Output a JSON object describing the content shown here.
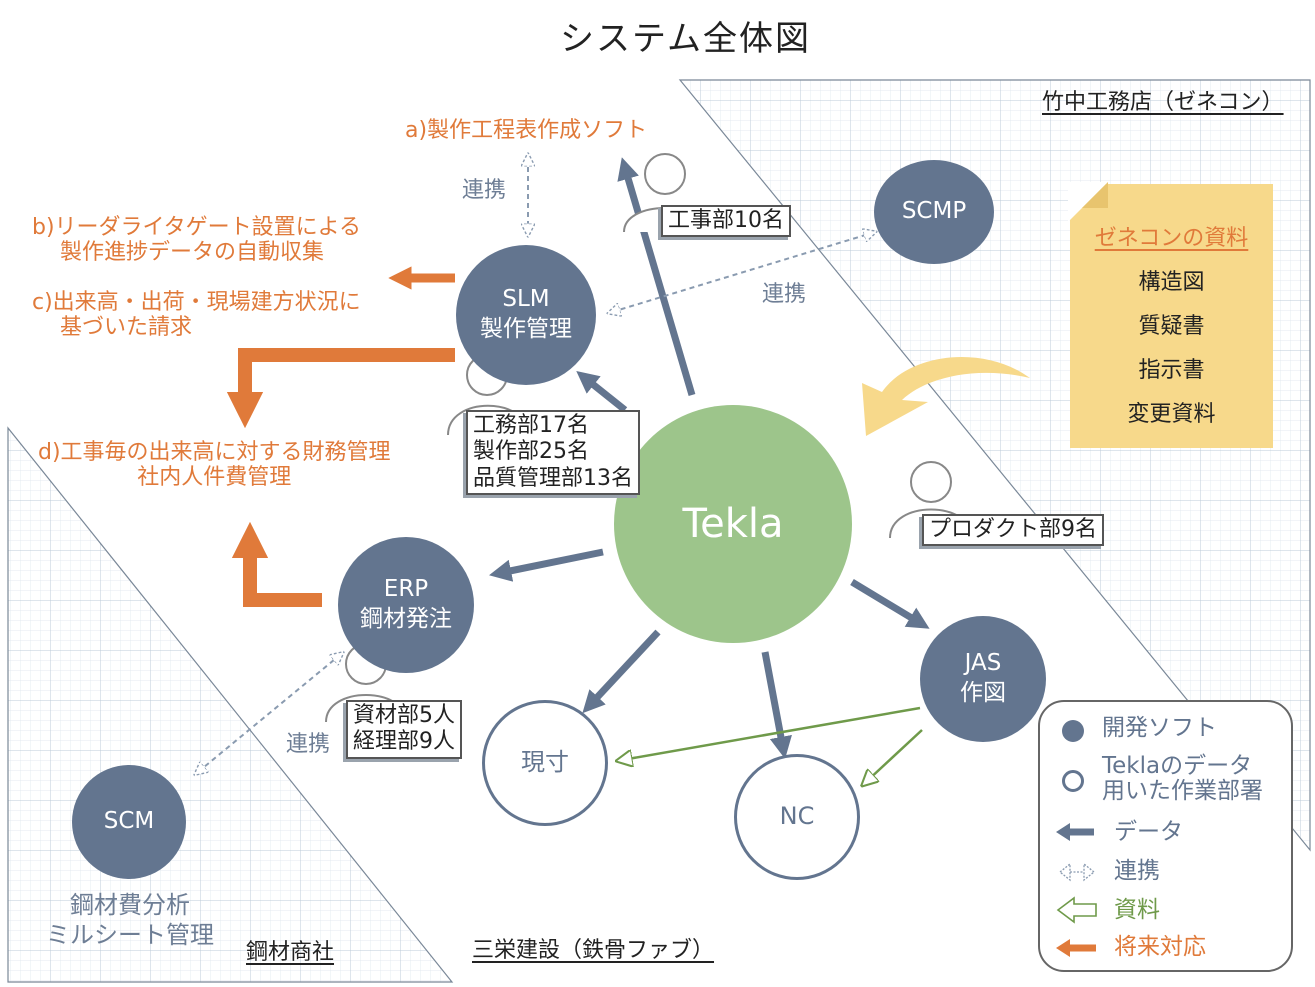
{
  "title": "システム全体図",
  "regions": {
    "genecon": "竹中工務店（ゼネコン）",
    "fab": "三栄建設（鉄骨ファブ）",
    "trader": "鋼材商社"
  },
  "nodes": {
    "tekla": "Tekla",
    "slm": {
      "line1": "SLM",
      "line2": "製作管理"
    },
    "erp": {
      "line1": "ERP",
      "line2": "鋼材発注"
    },
    "jas": {
      "line1": "JAS",
      "line2": "作図"
    },
    "scmp": "SCMP",
    "scm": "SCM",
    "genzun": "現寸",
    "nc": "NC"
  },
  "departments": {
    "construction": "工事部10名",
    "slm_staff": [
      "工務部17名",
      "製作部25名",
      "品質管理部13名"
    ],
    "product": "プロダクト部9名",
    "erp_staff": [
      "資材部5人",
      "経理部9人"
    ]
  },
  "future": {
    "a": "a)製作工程表作成ソフト",
    "b": [
      "b)リーダライタゲート設置による",
      "製作進捗データの自動収集"
    ],
    "c": [
      "c)出来高・出荷・現場建方状況に",
      "基づいた請求"
    ],
    "d": [
      "d)工事毎の出来高に対する財務管理",
      "社内人件費管理"
    ]
  },
  "link_labels": {
    "slm_a": "連携",
    "slm_scmp": "連携",
    "erp_scm": "連携"
  },
  "scm_desc": [
    "鋼材費分析",
    "ミルシート管理"
  ],
  "note": {
    "heading": "ゼネコンの資料",
    "items": [
      "構造図",
      "質疑書",
      "指示書",
      "変更資料"
    ]
  },
  "legend": {
    "dev": "開発ソフト",
    "dept": [
      "Teklaのデータ",
      "用いた作業部署"
    ],
    "data": "データ",
    "link": "連携",
    "doc": "資料",
    "future": "将来対応"
  },
  "colors": {
    "dev_node": "#63758f",
    "tekla_node": "#9dc58b",
    "future_arrow": "#e07a3a",
    "doc_arrow": "#6f9a4a",
    "note_bg": "#f7d98b",
    "grid": "#d6e0ea"
  }
}
